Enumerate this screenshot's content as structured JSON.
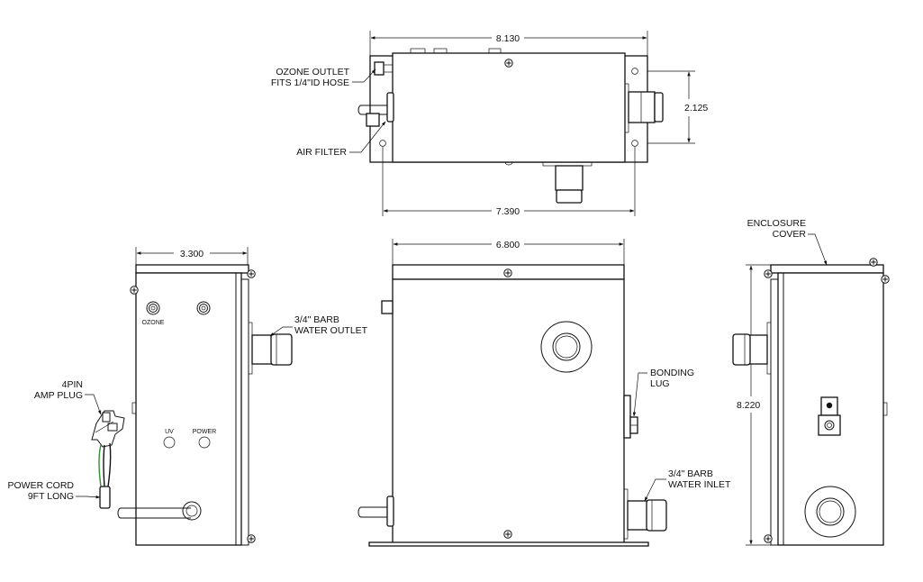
{
  "dimensions": {
    "top_width": "8.130",
    "top_height": "2.125",
    "top_hole_spacing": "7.390",
    "side_depth": "3.300",
    "front_width": "6.800",
    "right_height": "8.220"
  },
  "callouts": {
    "ozone_outlet_line1": "OZONE OUTLET",
    "ozone_outlet_line2": "FITS 1/4\"ID HOSE",
    "air_filter": "AIR FILTER",
    "barb_outlet_line1": "3/4\" BARB",
    "barb_outlet_line2": "WATER OUTLET",
    "amp_plug_line1": "4PIN",
    "amp_plug_line2": "AMP PLUG",
    "power_cord_line1": "POWER CORD",
    "power_cord_line2": "9FT LONG",
    "bonding_lug_line1": "BONDING",
    "bonding_lug_line2": "LUG",
    "barb_inlet_line1": "3/4\" BARB",
    "barb_inlet_line2": "WATER INLET",
    "enclosure_cover_line1": "ENCLOSURE",
    "enclosure_cover_line2": "COVER"
  },
  "panel_labels": {
    "ozone": "OZONE",
    "uv": "UV",
    "power": "POWER"
  }
}
